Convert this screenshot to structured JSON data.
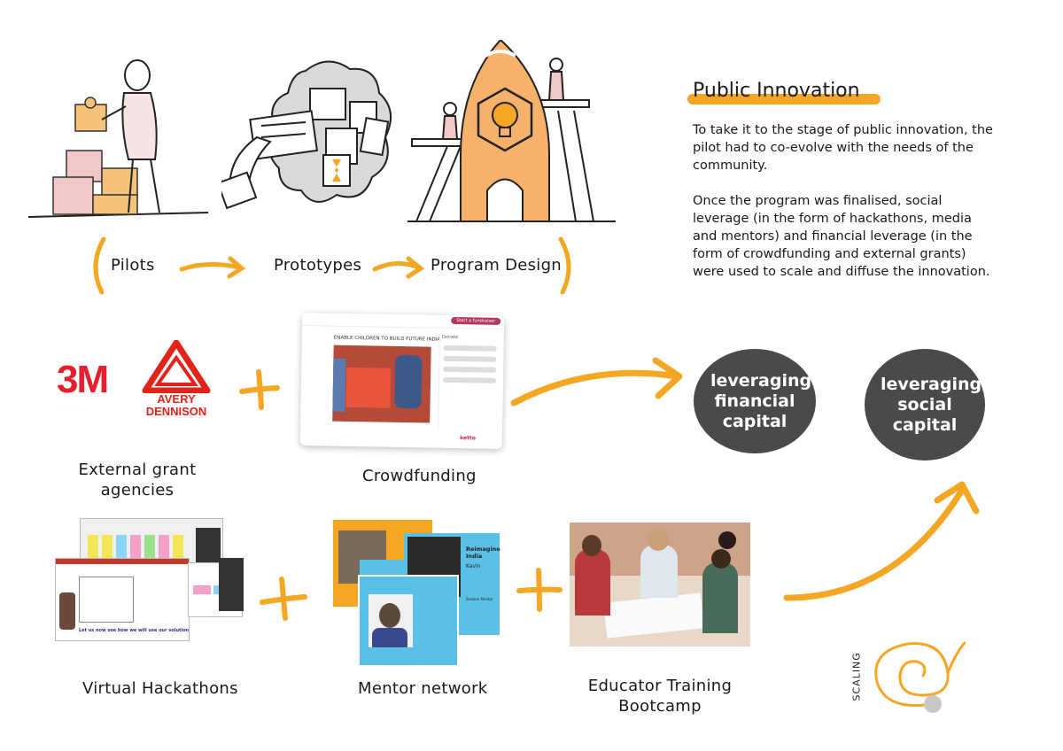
{
  "stages": {
    "pilots": "Pilots",
    "prototypes": "Prototypes",
    "program_design": "Program Design"
  },
  "public_innovation": {
    "title": "Public Innovation",
    "para1": "To take it to the stage of public innovation, the pilot had to co-evolve with the needs of the community.",
    "para2": "Once the program was finalised, social leverage (in the form of hackathons, media and mentors) and financial leverage (in the form of crowdfunding and external grants) were used to scale and diffuse the innovation."
  },
  "logos": {
    "threem": "3M",
    "avery_line1": "AVERY",
    "avery_line2": "DENNISON"
  },
  "captions": {
    "external_grants": "External grant agencies",
    "crowdfunding": "Crowdfunding",
    "virtual_hackathons": "Virtual Hackathons",
    "mentor_network": "Mentor network",
    "educator_training": "Educator Training Bootcamp",
    "scaling": "SCALING"
  },
  "crowdfunding_screen": {
    "headline": "ENABLE CHILDREN TO BUILD FUTURE INDIA",
    "button": "Start a fundraiser",
    "brand": "ketto",
    "donate": "Donate"
  },
  "mentor_cards": {
    "card_title": "Reimagine India",
    "mentor_name": "Kavin",
    "mentor_role": "Session Mentor"
  },
  "hackathon_screen": {
    "caption": "Let us now see how we will use our solution"
  },
  "circles": {
    "financial": "leveraging financial capital",
    "social": "leveraging social capital"
  },
  "colors": {
    "accent_orange": "#f5a623",
    "circle_fill": "#4a4a4a",
    "threem_red": "#e5202e",
    "avery_red": "#e2231a"
  }
}
